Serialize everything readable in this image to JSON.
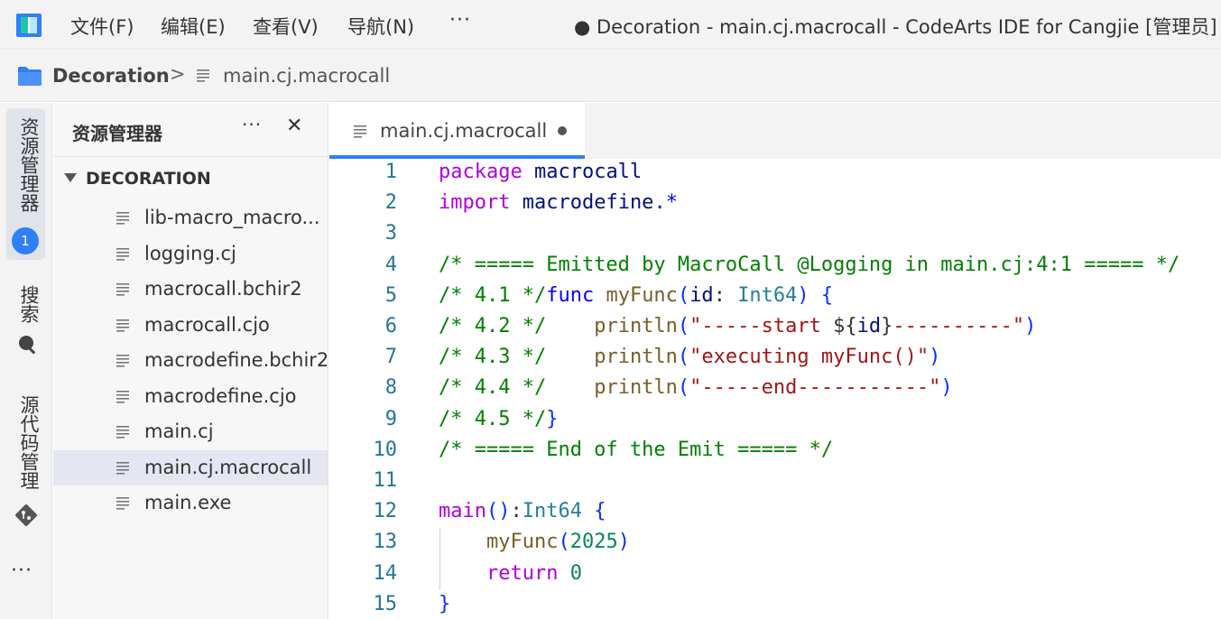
{
  "titlebar": {
    "menu": [
      "文件(F)",
      "编辑(E)",
      "查看(V)",
      "导航(N)"
    ],
    "more": "···",
    "window_title": "● Decoration - main.cj.macrocall - CodeArts IDE for Cangjie [管理员]"
  },
  "breadcrumb": {
    "root": "Decoration",
    "separator": ">",
    "file": "main.cj.macrocall"
  },
  "activity": {
    "explorer_label": "资源管理器",
    "explorer_badge": "1",
    "search_label": "搜索",
    "scm_label": "源代码管理",
    "more": "···"
  },
  "explorer": {
    "title": "资源管理器",
    "more": "···",
    "close": "✕",
    "section": "DECORATION",
    "files": [
      "lib-macro_macro...",
      "logging.cj",
      "macrocall.bchir2",
      "macrocall.cjo",
      "macrodefine.bchir2",
      "macrodefine.cjo",
      "main.cj",
      "main.cj.macrocall",
      "main.exe"
    ],
    "selected_file": "main.cj.macrocall"
  },
  "editor": {
    "tab_label": "main.cj.macrocall",
    "tab_modified": true,
    "line_numbers": [
      "1",
      "2",
      "3",
      "4",
      "5",
      "6",
      "7",
      "8",
      "9",
      "10",
      "11",
      "12",
      "13",
      "14",
      "15"
    ],
    "lines": [
      "package macrocall",
      "import macrodefine.*",
      "",
      "/* ===== Emitted by MacroCall @Logging in main.cj:4:1 ===== */",
      "/* 4.1 */func myFunc(id: Int64) {",
      "/* 4.2 */    println(\"-----start ${id}----------\")",
      "/* 4.3 */    println(\"executing myFunc()\")",
      "/* 4.4 */    println(\"-----end-----------\")",
      "/* 4.5 */}",
      "/* ===== End of the Emit ===== */",
      "",
      "main():Int64 {",
      "    myFunc(2025)",
      "    return 0",
      "}"
    ]
  },
  "colors": {
    "accent": "#2f7ff8",
    "keyword": "#af00db",
    "comment": "#008000",
    "string": "#a31515",
    "type": "#267f99",
    "function": "#795e26",
    "line_number": "#237893"
  }
}
